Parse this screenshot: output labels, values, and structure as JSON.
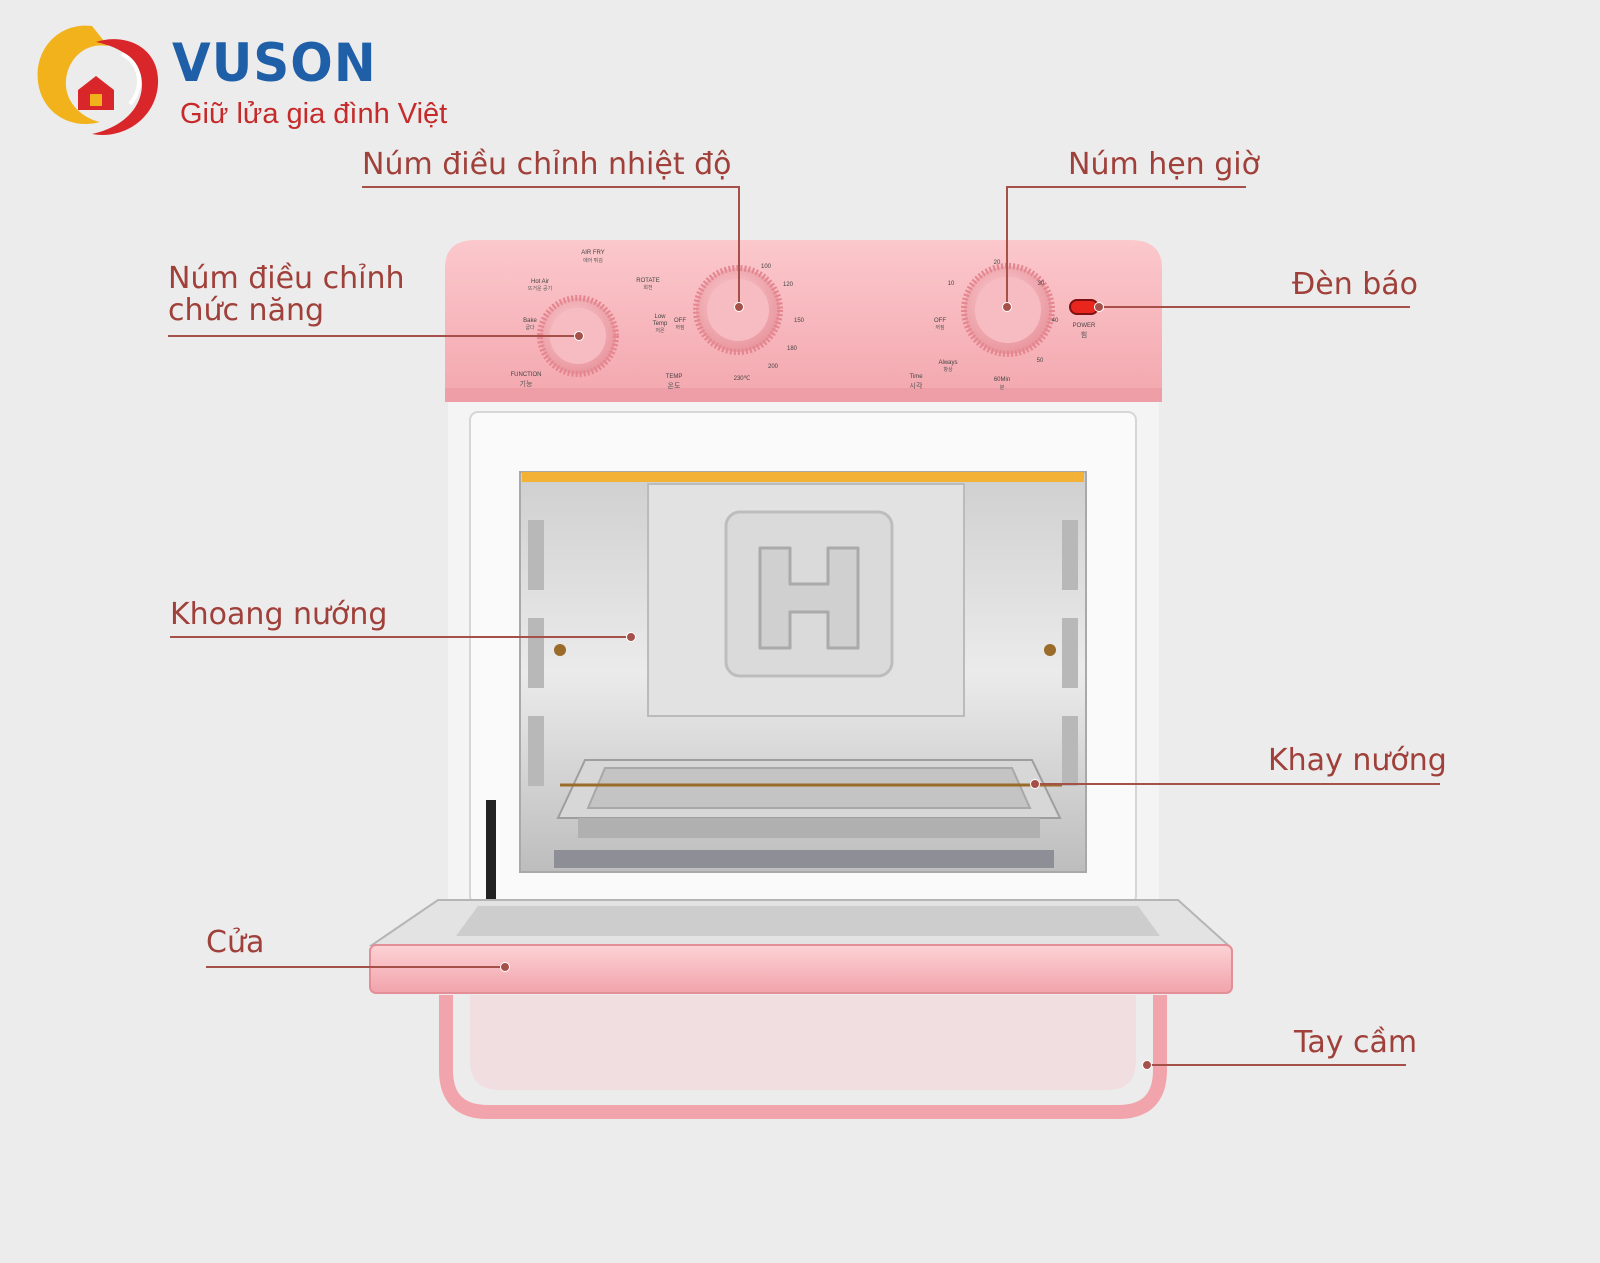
{
  "brand": {
    "name": "VUSON",
    "slogan": "Giữ lửa gia đình Việt",
    "colors": {
      "primary": "#1f5fa8",
      "accent": "#c62a2a",
      "yellow": "#f2b21c"
    }
  },
  "callouts": {
    "temp_knob": "Núm điều chỉnh nhiệt độ",
    "timer_knob": "Núm hẹn giờ",
    "function_knob_line1": "Núm điều chỉnh",
    "function_knob_line2": "chức năng",
    "indicator_light": "Đèn báo",
    "cavity": "Khoang nướng",
    "tray": "Khay nướng",
    "door": "Cửa",
    "handle": "Tay cầm"
  },
  "panel": {
    "function": {
      "air_fry": "AIR FRY",
      "air_fry_ko": "에어 튀김",
      "hot_air": "Hot Air",
      "hot_air_ko": "뜨거운 공기",
      "rotate": "ROTATE",
      "rotate_ko": "회전",
      "bake": "Bake",
      "bake_ko": "굽다",
      "low_temp": "Low",
      "low_temp2": "Temp",
      "low_temp_ko": "저온",
      "label": "FUNCTION",
      "label_ko": "기능"
    },
    "temp": {
      "off": "OFF",
      "off_ko": "꺼짐",
      "ticks": [
        "100",
        "120",
        "150",
        "180",
        "200",
        "230℃"
      ],
      "label": "TEMP",
      "label_ko": "온도"
    },
    "timer": {
      "off": "OFF",
      "off_ko": "꺼짐",
      "ticks": [
        "10",
        "20",
        "30",
        "40",
        "50",
        "60Min"
      ],
      "min_ko": "분",
      "always": "Always",
      "always_ko": "항상",
      "label": "Time",
      "label_ko": "시각"
    },
    "power": {
      "label": "POWER",
      "label_ko": "힘"
    }
  },
  "colors": {
    "oven_pink": "#f6b3b8",
    "oven_pink_dark": "#e48e97",
    "label_color": "#a0403a",
    "light_red": "#e8261e"
  }
}
